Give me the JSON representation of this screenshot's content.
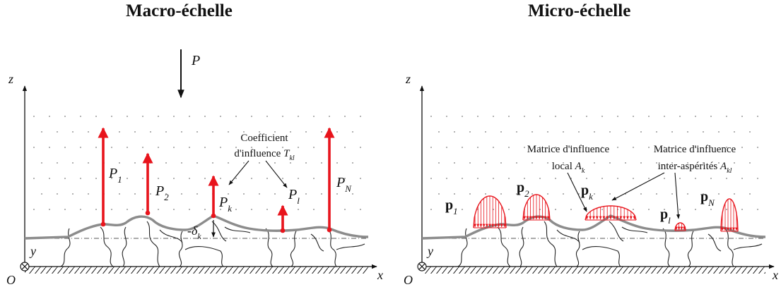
{
  "titles": {
    "left": "Macro-échelle",
    "right": "Micro-échelle"
  },
  "axes": {
    "z": "z",
    "x": "x",
    "y": "y",
    "origin": "O"
  },
  "macro": {
    "load": "P",
    "forces": [
      {
        "base": "P",
        "sub": "1"
      },
      {
        "base": "P",
        "sub": "2"
      },
      {
        "base": "P",
        "sub": "k"
      },
      {
        "base": "P",
        "sub": "l"
      },
      {
        "base": "P",
        "sub": "N"
      }
    ],
    "delta": {
      "base": "-δ",
      "sub": "k"
    },
    "coef_line1": "Coefficient",
    "coef_line2": "d'influence ",
    "coef_sym": "T",
    "coef_sub": "kl"
  },
  "micro": {
    "pressures": [
      {
        "base": "p",
        "sub": "1"
      },
      {
        "base": "p",
        "sub": "2"
      },
      {
        "base": "p",
        "sub": "k"
      },
      {
        "base": "p",
        "sub": "l"
      },
      {
        "base": "p",
        "sub": "N"
      }
    ],
    "local_line1": "Matrice d'influence",
    "local_line2": "local ",
    "local_sym": "A",
    "local_sub": "k",
    "inter_line1": "Matrice d'influence",
    "inter_line2": "inter-aspérités ",
    "inter_sym": "A",
    "inter_sub": "kl"
  },
  "colors": {
    "force": "#e8141c",
    "surface": "#8c8c8c",
    "line": "#111111",
    "dots": "#9a9a9a"
  }
}
